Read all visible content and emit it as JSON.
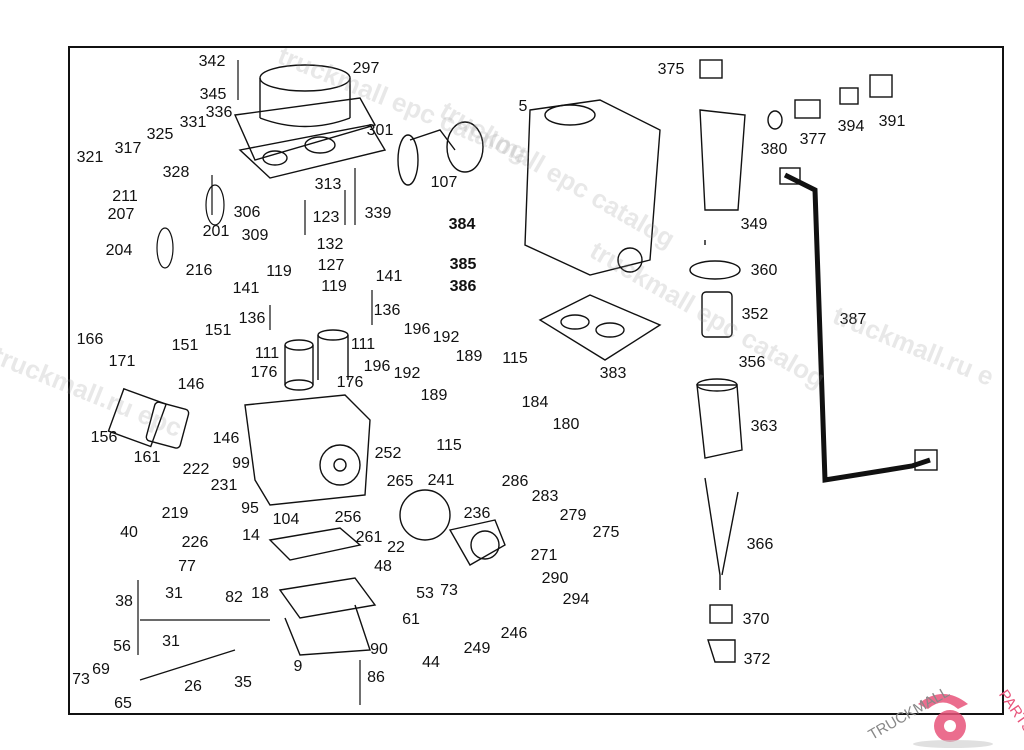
{
  "labels": [
    "342",
    "297",
    "345",
    "336",
    "331",
    "325",
    "317",
    "321",
    "328",
    "301",
    "107",
    "313",
    "211",
    "207",
    "201",
    "306",
    "123",
    "339",
    "309",
    "204",
    "132",
    "216",
    "119",
    "127",
    "141",
    "141",
    "119",
    "136",
    "136",
    "111",
    "111",
    "166",
    "171",
    "151",
    "151",
    "176",
    "176",
    "146",
    "146",
    "156",
    "161",
    "99",
    "196",
    "192",
    "196",
    "192",
    "189",
    "115",
    "189",
    "184",
    "180",
    "115",
    "252",
    "265",
    "241",
    "222",
    "231",
    "219",
    "95",
    "104",
    "256",
    "261",
    "226",
    "14",
    "22",
    "40",
    "77",
    "48",
    "82",
    "18",
    "31",
    "53",
    "73",
    "38",
    "61",
    "31",
    "56",
    "90",
    "44",
    "9",
    "69",
    "73",
    "26",
    "35",
    "86",
    "65",
    "375",
    "5",
    "380",
    "377",
    "394",
    "391",
    "384",
    "349",
    "385",
    "386",
    "360",
    "352",
    "387",
    "383",
    "356",
    "363",
    "286",
    "283",
    "279",
    "236",
    "275",
    "271",
    "366",
    "290",
    "294",
    "246",
    "249",
    "370",
    "372"
  ],
  "bold_labels": [
    "384",
    "385",
    "386"
  ],
  "watermarks": [
    "truckmall epc catalog",
    "truckmall epc catalog",
    "truckmall.ru epc",
    "truckmall epc catalog",
    "truckmall.ru e"
  ],
  "logo": {
    "text_left": "TRUCKMALL",
    "text_right": "PARTS",
    "gray": "#888888",
    "accent": "#e8537a"
  }
}
